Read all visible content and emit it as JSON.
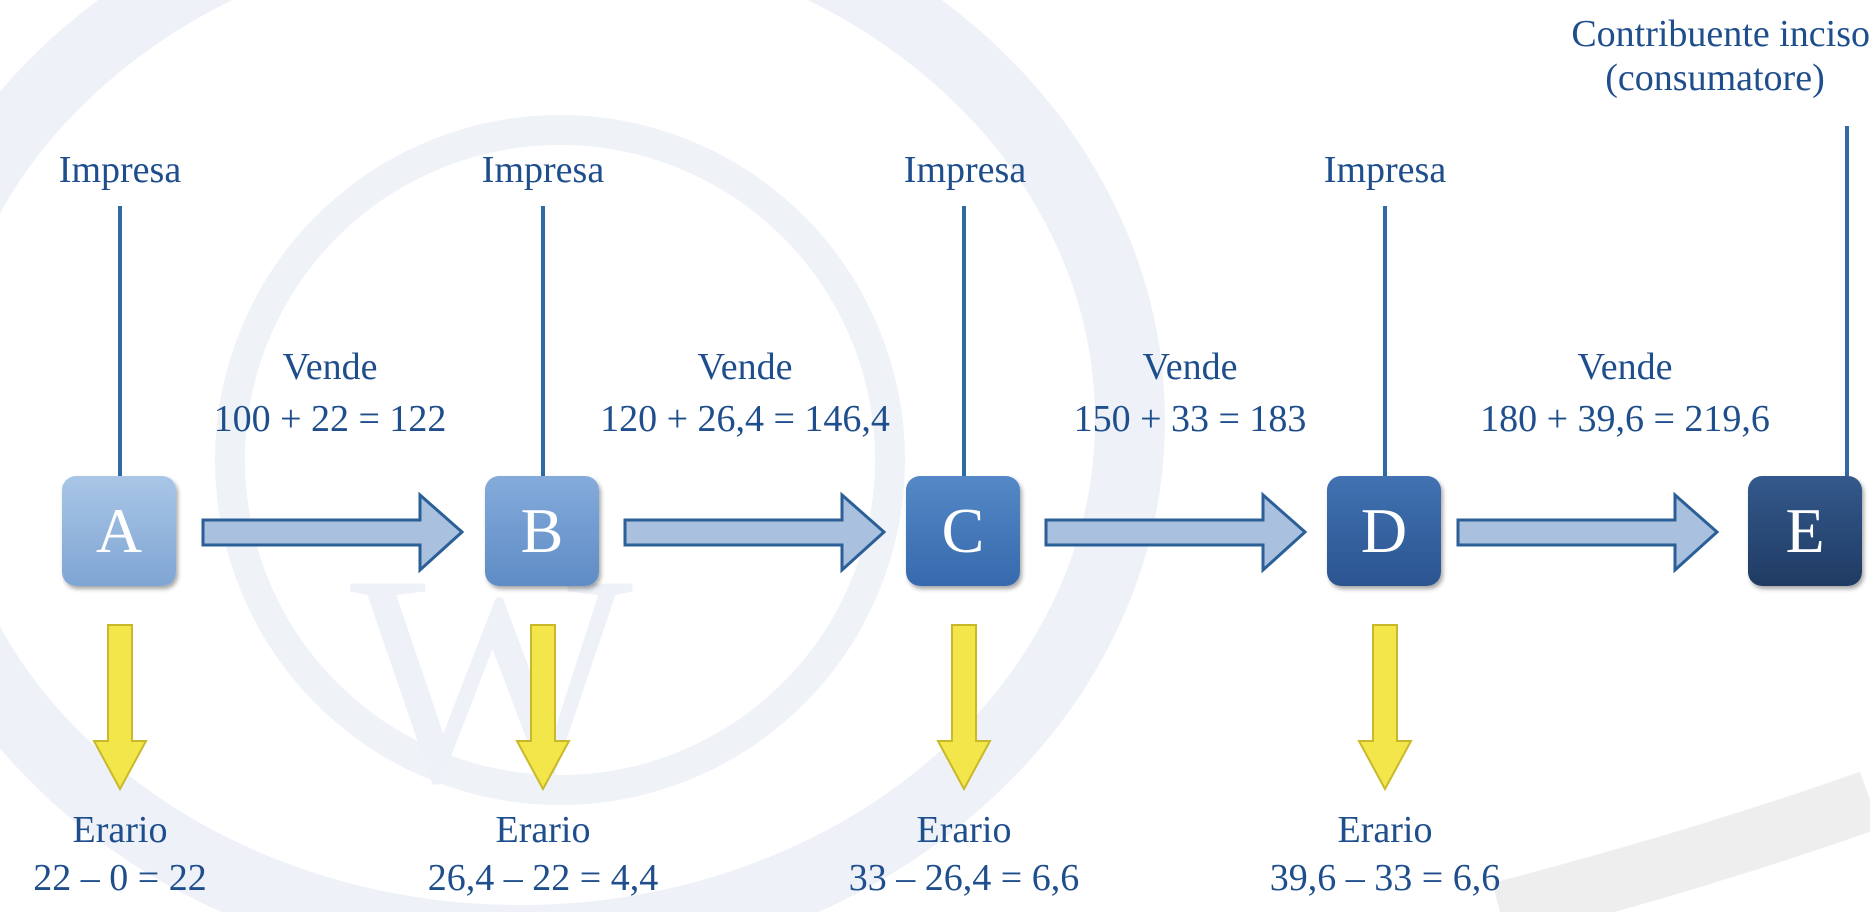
{
  "colors": {
    "text": "#1f4e8c",
    "connector": "#2f6aa3",
    "arrow_fill": "#a9c1de",
    "arrow_stroke": "#2b5f97",
    "tax_arrow": "#f2e64a"
  },
  "consumer": {
    "line1": "Contribuente inciso",
    "line2": "(consumatore)"
  },
  "nodes": [
    {
      "letter": "A",
      "label": "Impresa",
      "erario": "Erario",
      "erario_calc": "22 – 0 = 22",
      "color": "#8fb3dc"
    },
    {
      "letter": "B",
      "label": "Impresa",
      "erario": "Erario",
      "erario_calc": "26,4 – 22 = 4,4",
      "color": "#6f9ad0"
    },
    {
      "letter": "C",
      "label": "Impresa",
      "erario": "Erario",
      "erario_calc": "33 – 26,4 = 6,6",
      "color": "#3f72b6"
    },
    {
      "letter": "D",
      "label": "Impresa",
      "erario": "Erario",
      "erario_calc": "39,6 – 33 = 6,6",
      "color": "#2e5d9c"
    },
    {
      "letter": "E",
      "color": "#24426e"
    }
  ],
  "sales": [
    {
      "title": "Vende",
      "calc": "100 + 22 = 122"
    },
    {
      "title": "Vende",
      "calc": "120 + 26,4 = 146,4"
    },
    {
      "title": "Vende",
      "calc": "150 + 33 = 183"
    },
    {
      "title": "Vende",
      "calc": "180 + 39,6 = 219,6"
    }
  ]
}
